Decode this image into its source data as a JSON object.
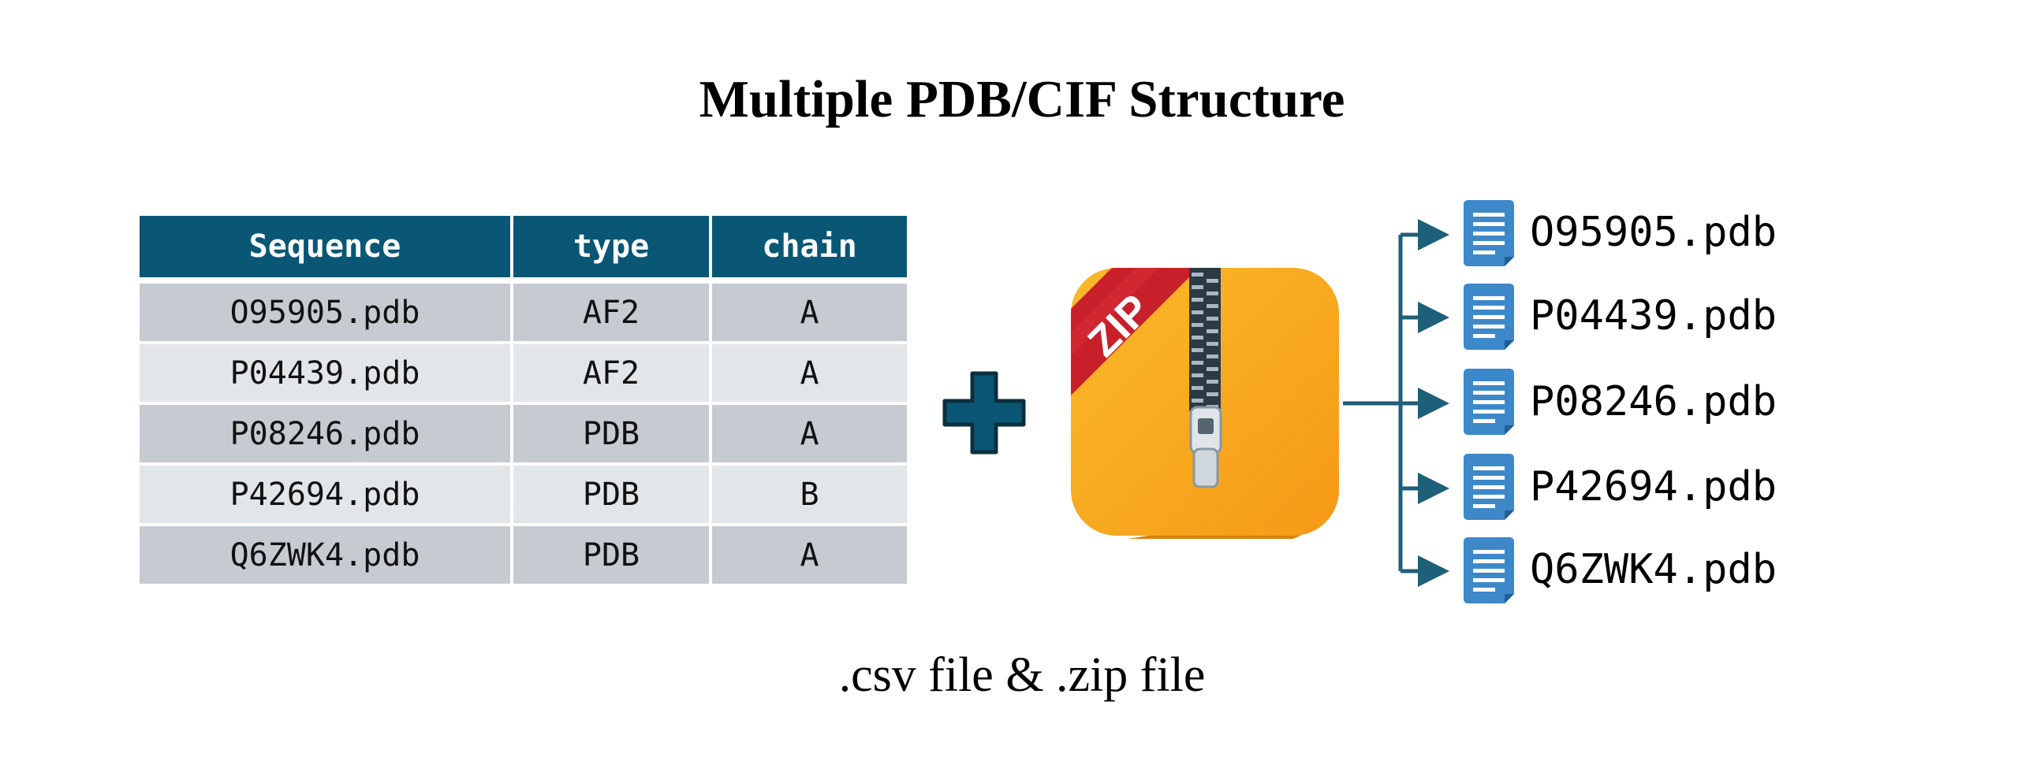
{
  "title": "Multiple PDB/CIF Structure",
  "caption": ".csv file & .zip file",
  "table": {
    "headers": [
      "Sequence",
      "type",
      "chain"
    ],
    "rows": [
      [
        "O95905.pdb",
        "AF2",
        "A"
      ],
      [
        "P04439.pdb",
        "AF2",
        "A"
      ],
      [
        "P08246.pdb",
        "PDB",
        "A"
      ],
      [
        "P42694.pdb",
        "PDB",
        "B"
      ],
      [
        "Q6ZWK4.pdb",
        "PDB",
        "A"
      ]
    ]
  },
  "zip": {
    "ribbon_text": "ZIP"
  },
  "files": [
    "O95905.pdb",
    "P04439.pdb",
    "P08246.pdb",
    "P42694.pdb",
    "Q6ZWK4.pdb"
  ],
  "colors": {
    "header": "#0a5675",
    "row_dark": "#c5cbd1",
    "row_light": "#e3e6e9",
    "arrow": "#1e5f7a",
    "file_icon": "#3d88c9",
    "zip_orange": "#f7a51c",
    "ribbon": "#c8202a"
  }
}
